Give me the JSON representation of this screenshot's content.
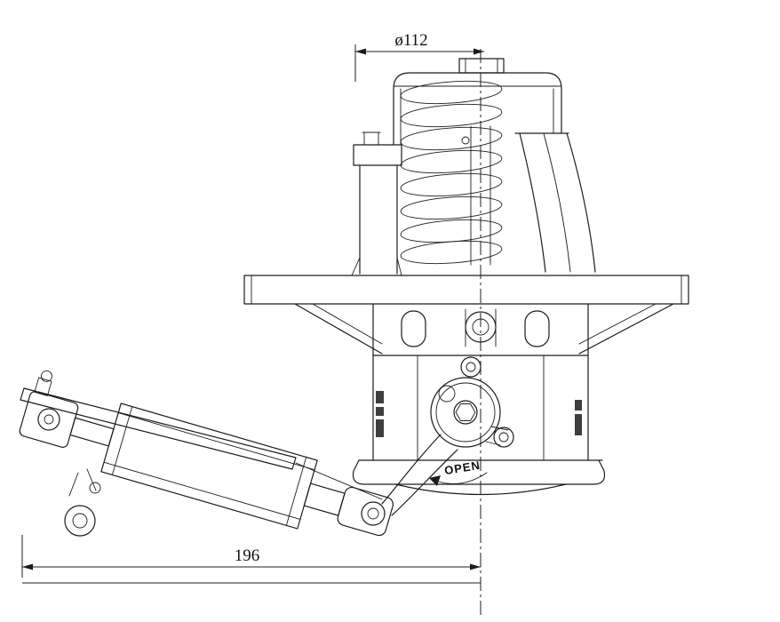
{
  "page": {
    "background": "#ffffff",
    "line_color": "#1c1c1c"
  },
  "annotations": {
    "dim_diameter": "ø112",
    "dim_length": "196",
    "open_label": "OPEN"
  }
}
